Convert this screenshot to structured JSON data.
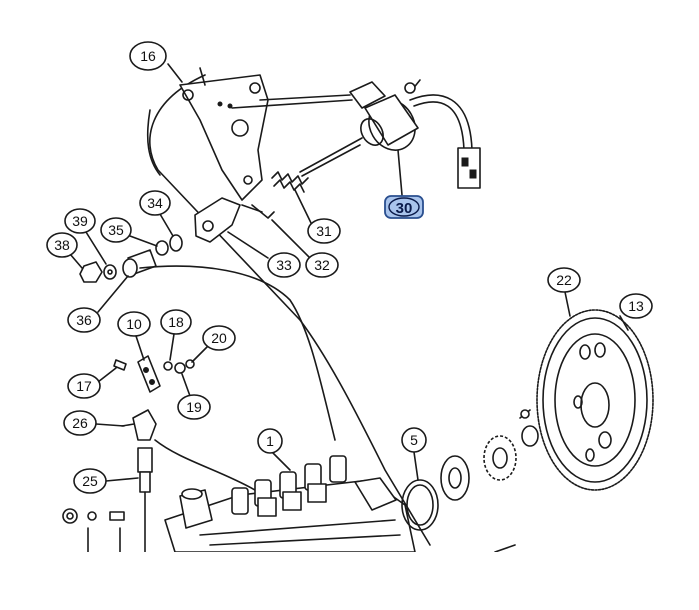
{
  "callouts": [
    {
      "id": "c16",
      "label": "16"
    },
    {
      "id": "c30",
      "label": "30",
      "highlight": true
    },
    {
      "id": "c34",
      "label": "34"
    },
    {
      "id": "c39",
      "label": "39"
    },
    {
      "id": "c38",
      "label": "38"
    },
    {
      "id": "c35",
      "label": "35"
    },
    {
      "id": "c31",
      "label": "31"
    },
    {
      "id": "c32",
      "label": "32"
    },
    {
      "id": "c33",
      "label": "33"
    },
    {
      "id": "c36",
      "label": "36"
    },
    {
      "id": "c22",
      "label": "22"
    },
    {
      "id": "c13",
      "label": "13"
    },
    {
      "id": "c10",
      "label": "10"
    },
    {
      "id": "c18",
      "label": "18"
    },
    {
      "id": "c20",
      "label": "20"
    },
    {
      "id": "c17",
      "label": "17"
    },
    {
      "id": "c19",
      "label": "19"
    },
    {
      "id": "c26",
      "label": "26"
    },
    {
      "id": "c1",
      "label": "1"
    },
    {
      "id": "c5",
      "label": "5"
    },
    {
      "id": "c25",
      "label": "25"
    }
  ],
  "colors": {
    "ink": "#1a1a1a",
    "highlight_fill": "#a9c4ec",
    "highlight_stroke": "#2a4f8f",
    "background": "#ffffff"
  }
}
